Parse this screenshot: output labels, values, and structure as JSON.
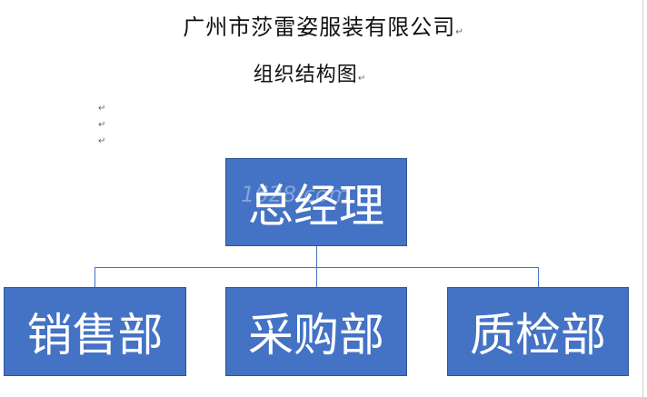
{
  "document": {
    "title": "广州市莎雷姿服装有限公司",
    "subtitle": "组织结构图",
    "paragraph_mark": "↵",
    "empty_lines": [
      "↵",
      "↵",
      "↵"
    ]
  },
  "org_chart": {
    "top": "总经理",
    "departments": [
      "销售部",
      "采购部",
      "质检部"
    ],
    "watermark": "1628.com",
    "box_color": "#4472c4"
  }
}
